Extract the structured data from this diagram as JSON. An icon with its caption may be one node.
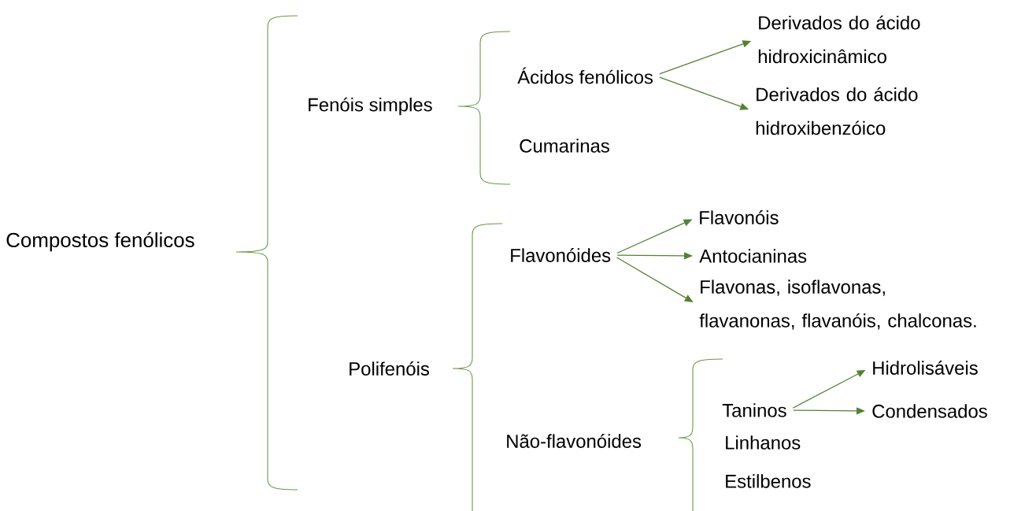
{
  "diagram": {
    "nodes": [
      {
        "text": [
          "Compostos fenólicos"
        ]
      },
      {
        "text": [
          "Fenóis simples"
        ]
      },
      {
        "text": [
          "Ácidos fenólicos"
        ]
      },
      {
        "text": [
          "Cumarinas"
        ]
      },
      {
        "text": [
          "Derivados do ácido hidroxicinâmico"
        ]
      },
      {
        "text": [
          "Derivados do ácido hidroxibenzóico"
        ]
      },
      {
        "text": [
          "Polifenóis"
        ]
      },
      {
        "text": [
          "Flavonóides"
        ]
      },
      {
        "text": [
          "Flavonóis"
        ]
      },
      {
        "text": [
          "Antocianinas"
        ]
      },
      {
        "text": [
          "Flavonas, isoflavonas, flavanonas, flavanóis, chalconas."
        ]
      },
      {
        "text": [
          "Não-flavonóides"
        ]
      },
      {
        "text": [
          "Taninos"
        ]
      },
      {
        "text": [
          "Hidrolisáveis"
        ]
      },
      {
        "text": [
          "Condensados"
        ]
      },
      {
        "text": [
          "Linhanos"
        ]
      },
      {
        "text": [
          "Estilbenos"
        ]
      }
    ],
    "edges": [
      {
        "from": 2,
        "to": 4,
        "arrow": "to"
      },
      {
        "from": 2,
        "to": 5,
        "arrow": "to"
      },
      {
        "from": 7,
        "to": 8,
        "arrow": "to"
      },
      {
        "from": 7,
        "to": 9,
        "arrow": "to"
      },
      {
        "from": 7,
        "to": 10,
        "arrow": "to"
      },
      {
        "from": 12,
        "to": 13,
        "arrow": "to"
      },
      {
        "from": 12,
        "to": 14,
        "arrow": "to"
      }
    ]
  }
}
